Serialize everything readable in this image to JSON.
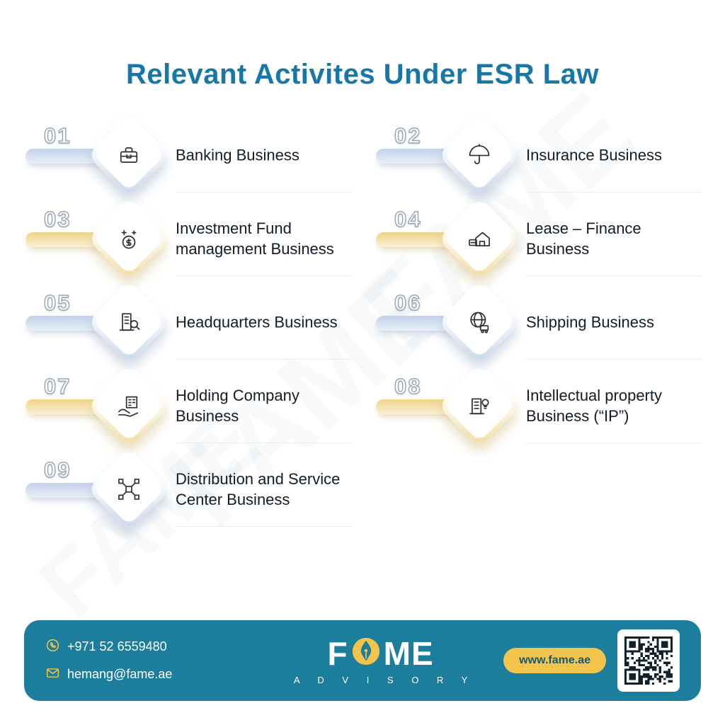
{
  "title": "Relevant Activites Under ESR Law",
  "watermark": "FAME",
  "colors": {
    "title_text": "#1778a8",
    "footer_bg": "#1b7e9d",
    "accent_yellow": "#f2c44c",
    "diamond_blue": "#c9d6ea",
    "diamond_yellow": "#f2dc9e",
    "number_outline": "#98a4b3"
  },
  "items": [
    {
      "number": "01",
      "label": "Banking Business",
      "icon": "briefcase-icon",
      "theme": "blue"
    },
    {
      "number": "02",
      "label": "Insurance Business",
      "icon": "umbrella-icon",
      "theme": "blue"
    },
    {
      "number": "03",
      "label": "Investment Fund management Business",
      "icon": "investment-fund-icon",
      "theme": "yellow"
    },
    {
      "number": "04",
      "label": "Lease – Finance Business",
      "icon": "lease-finance-icon",
      "theme": "yellow"
    },
    {
      "number": "05",
      "label": "Headquarters Business",
      "icon": "headquarters-icon",
      "theme": "blue"
    },
    {
      "number": "06",
      "label": "Shipping Business",
      "icon": "globe-shipping-icon",
      "theme": "blue"
    },
    {
      "number": "07",
      "label": "Holding Company Business",
      "icon": "holding-company-icon",
      "theme": "yellow"
    },
    {
      "number": "08",
      "label": "Intellectual property Business (“IP”)",
      "icon": "intellectual-property-icon",
      "theme": "yellow"
    },
    {
      "number": "09",
      "label": "Distribution and Service Center Business",
      "icon": "distribution-network-icon",
      "theme": "blue"
    }
  ],
  "footer": {
    "phone": "+971 52 6559480",
    "email": "hemang@fame.ae",
    "brand_left": "F",
    "brand_right": "ME",
    "tagline": "A D V I S O R Y",
    "website": "www.fame.ae"
  }
}
